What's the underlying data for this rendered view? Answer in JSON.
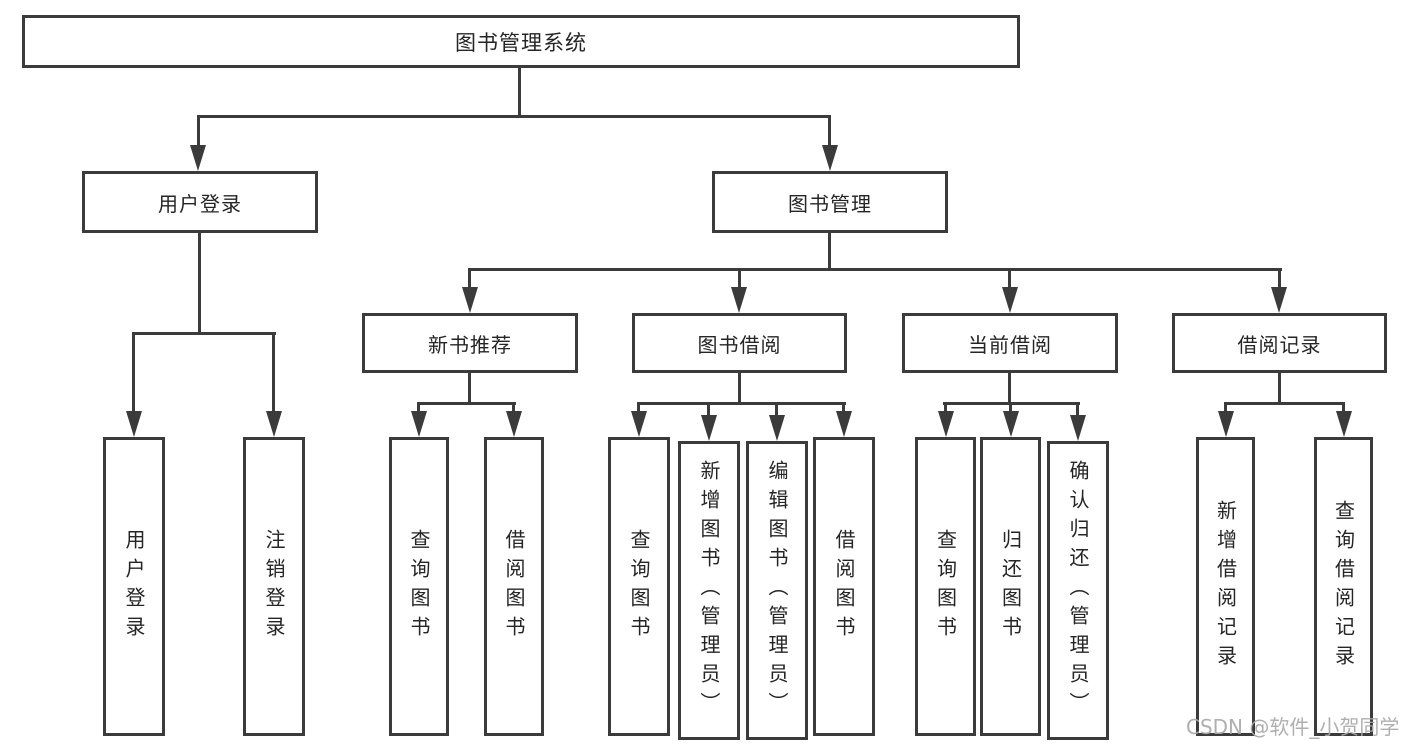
{
  "tree": {
    "root": {
      "label": "图书管理系统"
    },
    "branches": [
      {
        "label": "用户登录",
        "children": [
          {
            "label": "用户登录"
          },
          {
            "label": "注销登录"
          }
        ]
      },
      {
        "label": "图书管理",
        "children": [
          {
            "label": "新书推荐",
            "children": [
              {
                "label": "查询图书"
              },
              {
                "label": "借阅图书"
              }
            ]
          },
          {
            "label": "图书借阅",
            "children": [
              {
                "label": "查询图书"
              },
              {
                "label": "新增图书（管理员）"
              },
              {
                "label": "编辑图书（管理员）"
              },
              {
                "label": "借阅图书"
              }
            ]
          },
          {
            "label": "当前借阅",
            "children": [
              {
                "label": "查询图书"
              },
              {
                "label": "归还图书"
              },
              {
                "label": "确认归还（管理员）"
              }
            ]
          },
          {
            "label": "借阅记录",
            "children": [
              {
                "label": "新增借阅记录"
              },
              {
                "label": "查询借阅记录"
              }
            ]
          }
        ]
      }
    ]
  },
  "watermark": "CSDN @软件_小贺同学",
  "colors": {
    "line": "#3b3b3b",
    "text": "#252525",
    "watermark": "#a8a8a8"
  }
}
